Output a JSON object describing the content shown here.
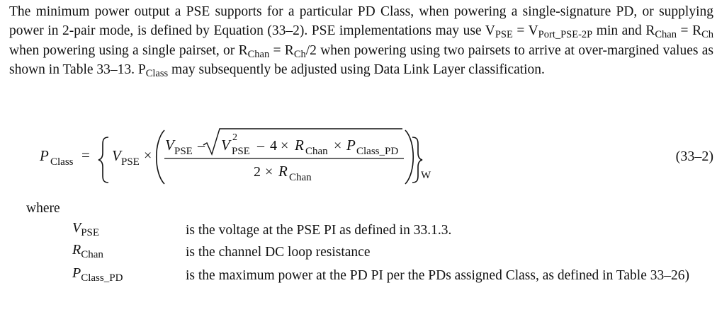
{
  "paragraph": {
    "s1": "The minimum power output a PSE supports for a particular PD Class, when powering a single-signature PD, or supplying power in 2-pair mode, is defined by Equation (33–2). PSE implementations may use V",
    "s1_sub": "PSE",
    "s2": " = V",
    "s2_sub": "Port_PSE-2P",
    "s3": " min and R",
    "s3_sub": "Chan",
    "s4": " = R",
    "s4_sub": "Ch",
    "s5": " when powering using a single pairset, or R",
    "s5_sub": "Chan",
    "s6": " = R",
    "s6_sub": "Ch",
    "s7": "/2 when powering using two pairsets to arrive at over-margined values as shown in Table 33–13. P",
    "s7_sub": "Class",
    "s8": " may subsequently be adjusted using Data Link Layer classification."
  },
  "equation": {
    "lhs": "P",
    "lhs_sub": "Class",
    "equals": "=",
    "v": "V",
    "sub_pse": "PSE",
    "times": "×",
    "minus": "–",
    "v2_exp": "2",
    "four": "4",
    "r": "R",
    "sub_chan": "Chan",
    "p": "P",
    "sub_class_pd": "Class_PD",
    "two": "2",
    "unit_sub": "W",
    "number": "(33–2)"
  },
  "where": {
    "label": "where",
    "definitions": [
      {
        "symbol": "V",
        "sub": "PSE",
        "text": "is the voltage at the PSE PI as defined in 33.1.3."
      },
      {
        "symbol": "R",
        "sub": "Chan",
        "text": "is the channel DC loop resistance"
      },
      {
        "symbol": "P",
        "sub": "Class_PD",
        "text": "is the maximum power at the PD PI per the PDs assigned Class, as defined in Table 33–26)"
      }
    ]
  }
}
